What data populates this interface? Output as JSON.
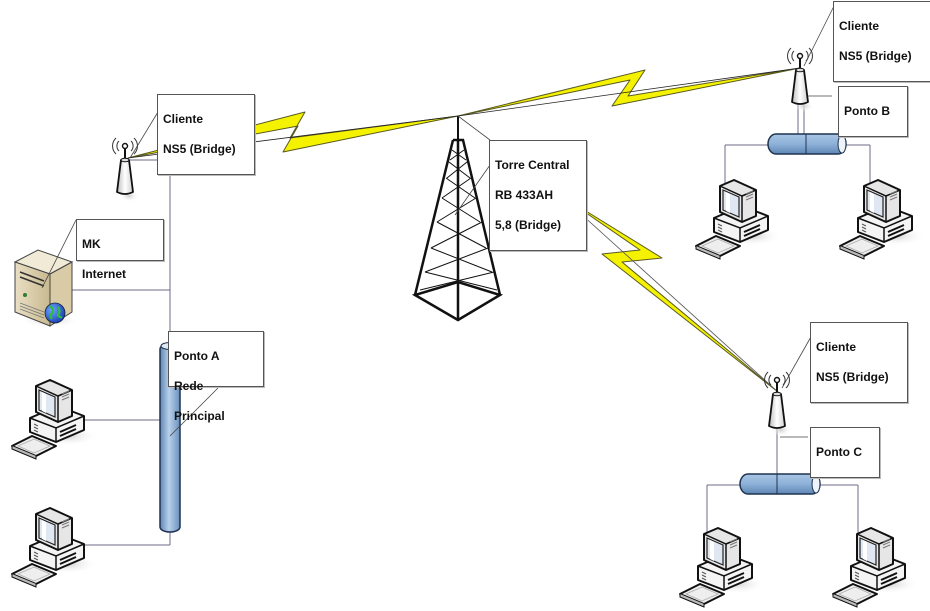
{
  "diagram": {
    "title": "Wireless network topology",
    "colors": {
      "lightning": "#f5f200",
      "lightning_stroke": "#6a6a1a",
      "cable": "#6b6b8a",
      "bus_fill": "#8fb2d8",
      "bus_stroke": "#1f3350",
      "label_border": "#555555"
    },
    "labels": {
      "client_a": [
        "Cliente",
        "NS5 (Bridge)"
      ],
      "mk": [
        "MK",
        "Internet"
      ],
      "ponto_a": [
        "Ponto A",
        "Rede",
        "Principal"
      ],
      "tower": [
        "Torre Central",
        "RB 433AH",
        "5,8 (Bridge)"
      ],
      "client_b": [
        "Cliente",
        "NS5 (Bridge)"
      ],
      "ponto_b": [
        "Ponto B"
      ],
      "client_c": [
        "Cliente",
        "NS5 (Bridge)"
      ],
      "ponto_c": [
        "Ponto C"
      ]
    },
    "nodes": [
      {
        "id": "tower",
        "icon": "radio-tower-icon"
      },
      {
        "id": "antenna_a",
        "icon": "antenna-icon"
      },
      {
        "id": "antenna_b",
        "icon": "antenna-icon"
      },
      {
        "id": "antenna_c",
        "icon": "antenna-icon"
      },
      {
        "id": "server",
        "icon": "server-internet-icon"
      },
      {
        "id": "bus_a",
        "icon": "network-bus-icon"
      },
      {
        "id": "bus_b",
        "icon": "network-bus-icon"
      },
      {
        "id": "bus_c",
        "icon": "network-bus-icon"
      },
      {
        "id": "pc_a1",
        "icon": "computer-icon"
      },
      {
        "id": "pc_a2",
        "icon": "computer-icon"
      },
      {
        "id": "pc_b1",
        "icon": "computer-icon"
      },
      {
        "id": "pc_b2",
        "icon": "computer-icon"
      },
      {
        "id": "pc_c1",
        "icon": "computer-icon"
      },
      {
        "id": "pc_c2",
        "icon": "computer-icon"
      }
    ],
    "links": [
      {
        "from": "antenna_a",
        "to": "tower",
        "type": "wireless"
      },
      {
        "from": "tower",
        "to": "antenna_b",
        "type": "wireless"
      },
      {
        "from": "tower",
        "to": "antenna_c",
        "type": "wireless"
      }
    ]
  }
}
